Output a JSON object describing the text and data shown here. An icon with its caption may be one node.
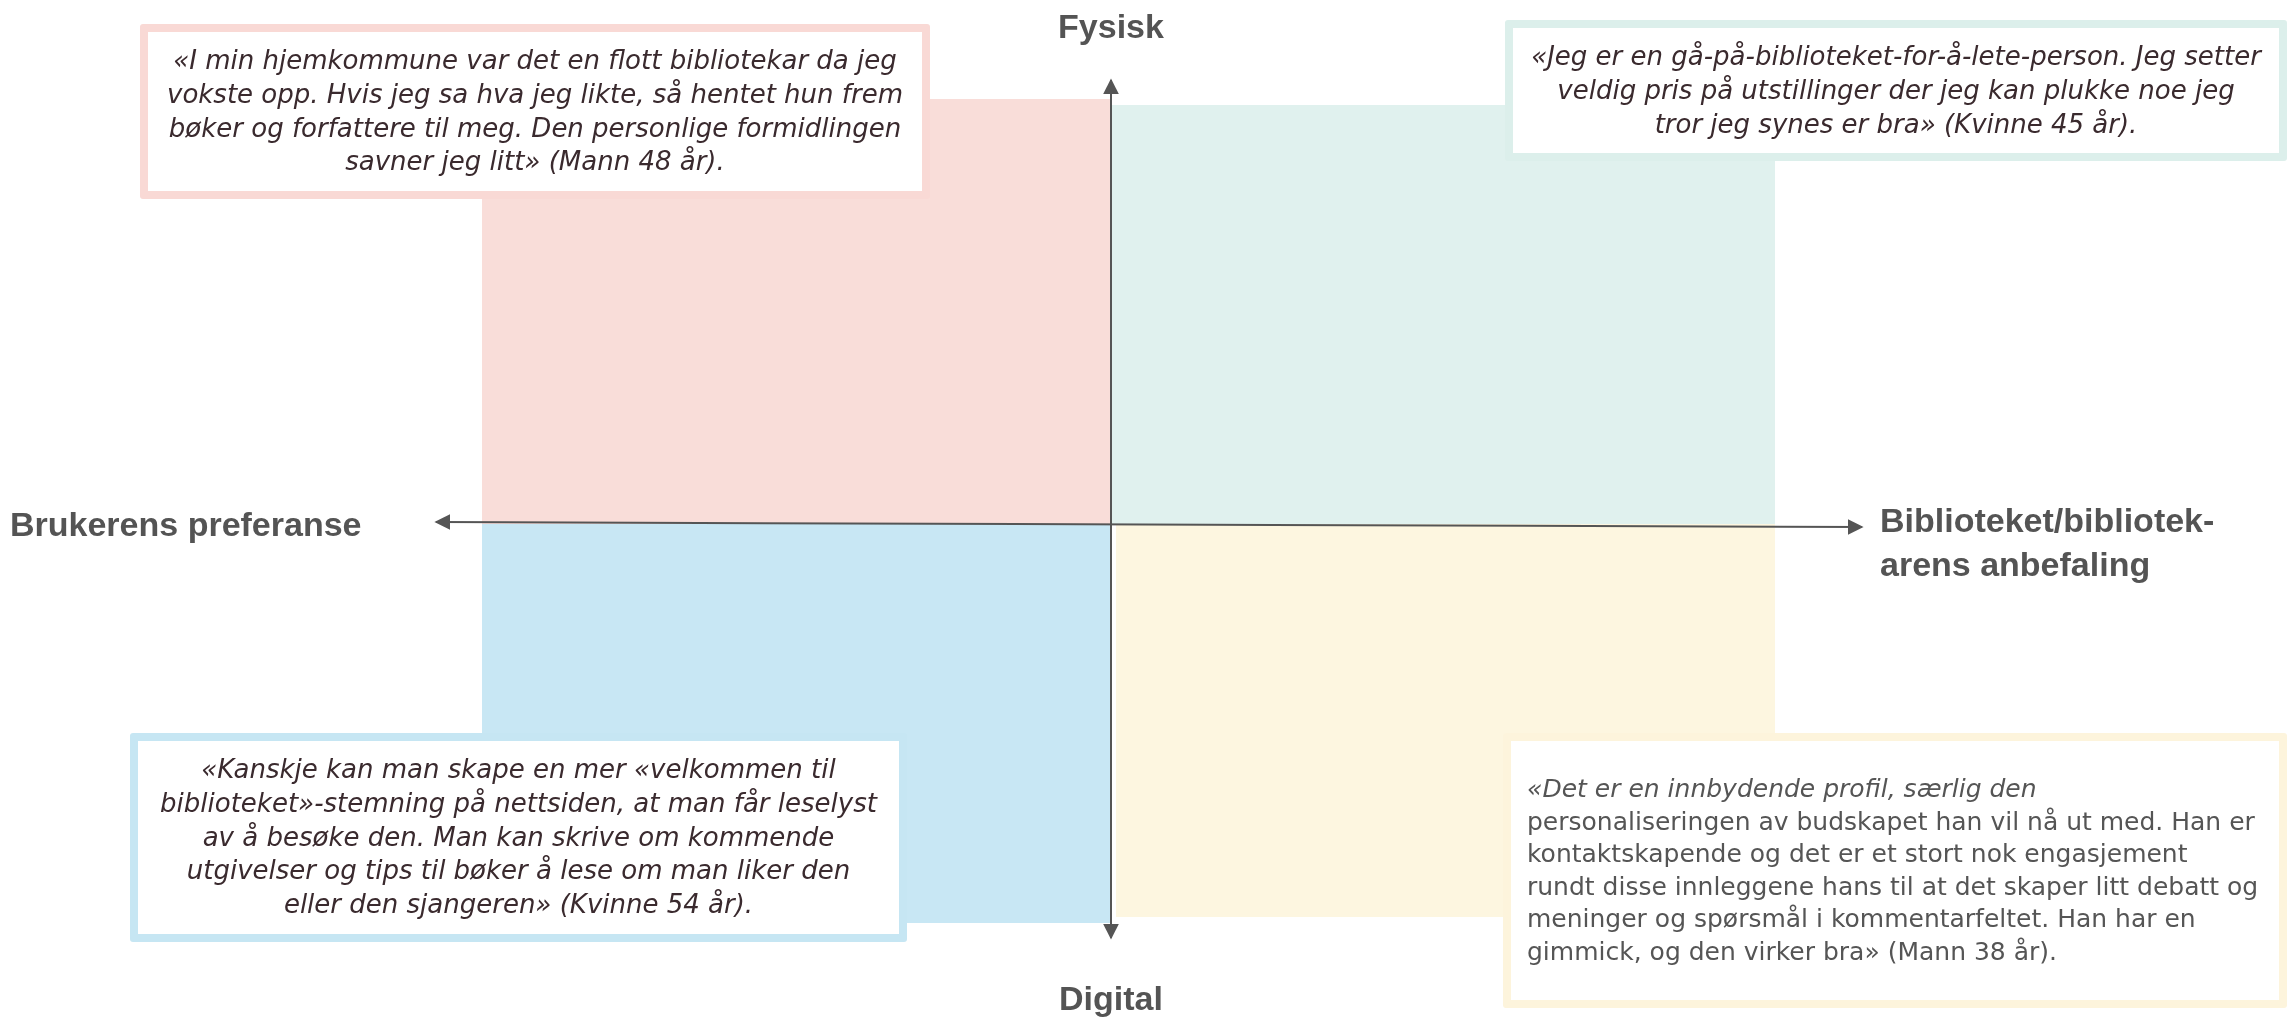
{
  "diagram": {
    "nodes": [
      {
        "text": [
          "«I min hjemkommune var det en flott bibliotekar da jeg vokste opp. Hvis jeg sa hva jeg likte, så hentet hun frem bøker og forfattere til meg. Den personlige formidlingen savner jeg litt» (Mann 48 år)."
        ]
      },
      {
        "text": [
          "«Jeg er en gå-på-biblioteket-for-å-lete-person. Jeg setter veldig pris på utstillinger der jeg kan plukke noe jeg tror jeg synes er bra» (Kvinne 45 år)."
        ]
      },
      {
        "text": [
          "«Kanskje kan man skape en mer «velkommen til biblioteket»-stemning på nettsiden, at man får leselyst av å besøke den. Man kan skrive om kommende utgivelser og tips til bøker å lese om man liker den eller den sjangeren» (Kvinne 54 år)."
        ]
      },
      {
        "text": [
          "*«Det er en innbydende profil, særlig den* personaliseringen av budskapet han vil nå ut med. Han er kontaktskapende og det er et stort nok engasjement rundt disse innleggene hans til at det skaper litt debatt og meninger og spørsmål i kommentarfeltet. Han har en gimmick, og den virker bra» (Mann 38 år)."
        ]
      }
    ],
    "edges": [],
    "labels": [
      "Fysisk",
      "Brukerens preferanse",
      "Biblioteket/bibliotek- arens anbefaling",
      "Digital"
    ]
  }
}
